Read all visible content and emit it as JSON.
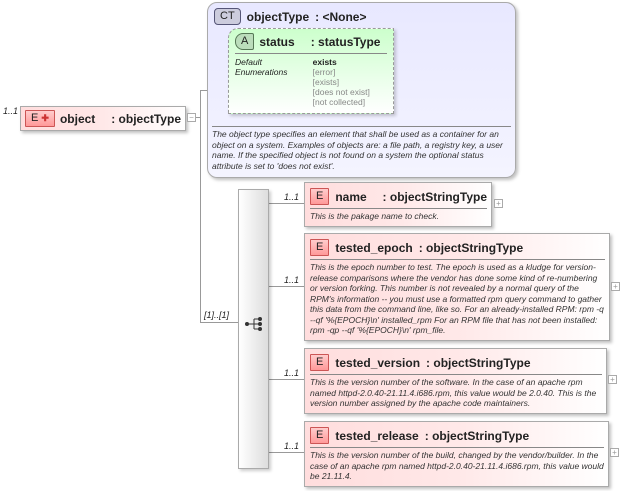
{
  "root": {
    "multiplicity": "1..1",
    "badge": "E",
    "name": "object",
    "type": ": objectType"
  },
  "complex_type": {
    "badge": "CT",
    "name": "objectType",
    "type": ": <None>",
    "attribute": {
      "badge": "A",
      "name": "status",
      "type": ": statusType",
      "default_label": "Default",
      "default_value": "exists",
      "enum_label": "Enumerations",
      "enumerations": [
        "[error]",
        "[exists]",
        "[does not exist]",
        "[not collected]"
      ]
    },
    "description": "The object type specifies an element that shall be used as a container for an object on a system. Examples of objects are: a file path, a registry key, a user name. If the specified object is not found on a system the optional status attribute is set to 'does not exist'."
  },
  "sequence": {
    "multiplicity": "[1]..[1]",
    "icon": "sequence-icon"
  },
  "elements": [
    {
      "multiplicity": "1..1",
      "badge": "E",
      "name": "name",
      "type": ": objectStringType",
      "description": "This is the pakage name to check."
    },
    {
      "multiplicity": "1..1",
      "badge": "E",
      "name": "tested_epoch",
      "type": ": objectStringType",
      "description": "This is the epoch number to test.  The epoch is used as a kludge for version-release comparisons where the vendor has done some kind of re-numbering or version forking.  This number is not revealed by a normal query of the RPM's information -- you must use a formatted rpm query command to gather this data from the command line, like so.  For an already-installed RPM:  rpm -q --qf '%{EPOCH}\\n' installed_rpm  For an RPM file that has not been installed:  rpm -qp --qf '%{EPOCH}\\n' rpm_file."
    },
    {
      "multiplicity": "1..1",
      "badge": "E",
      "name": "tested_version",
      "type": ": objectStringType",
      "description": "This is the version number of the software.  In the case of an apache rpm named httpd-2.0.40-21.11.4.i686.rpm, this value would be 2.0.40.  This is the version number assigned by the apache code maintainers."
    },
    {
      "multiplicity": "1..1",
      "badge": "E",
      "name": "tested_release",
      "type": ": objectStringType",
      "description": "This is the version number of the build, changed by the vendor/builder.  In the case of an apache rpm named httpd-2.0.40-21.11.4.i686.rpm, this value would be 21.11.4."
    }
  ]
}
